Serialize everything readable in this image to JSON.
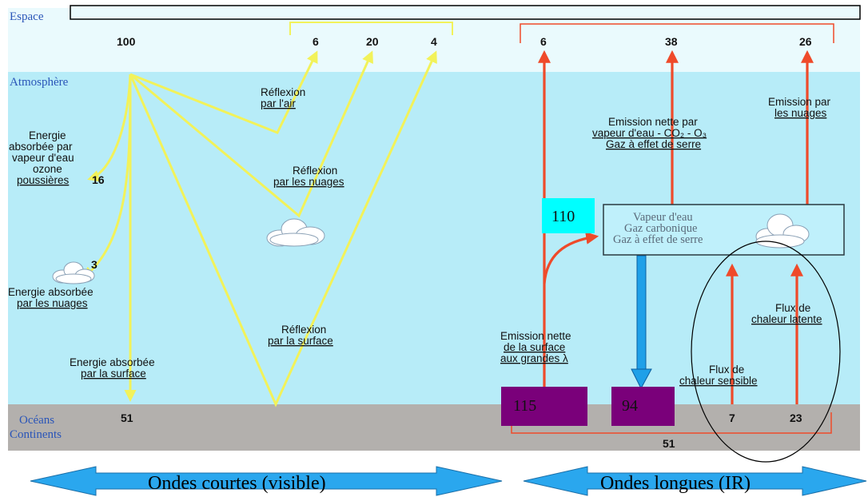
{
  "zones": {
    "space": "Espace",
    "atmosphere": "Atmosphère",
    "surface_line1": "Océans",
    "surface_line2": "Continents"
  },
  "shortwave": {
    "incoming": "100",
    "reflect_air_value": "6",
    "reflect_clouds_value": "20",
    "reflect_surface_value": "4",
    "reflect_air_label": [
      "Réflexion",
      "par l'air"
    ],
    "reflect_clouds_label": [
      "Réflexion",
      "par les nuages"
    ],
    "reflect_surface_label": [
      "Réflexion",
      "par la surface"
    ],
    "absorbed_atmo_label": [
      "Energie",
      "absorbée par",
      "vapeur d'eau",
      "ozone",
      "poussières"
    ],
    "absorbed_atmo_value": "16",
    "absorbed_clouds_value": "3",
    "absorbed_clouds_label": [
      "Energie absorbée",
      "par les nuages"
    ],
    "absorbed_surface_label": [
      "Energie absorbée",
      "par la surface"
    ],
    "absorbed_surface_value": "51"
  },
  "longwave": {
    "surface_to_space_value": "6",
    "gas_emission_value": "38",
    "cloud_emission_value": "26",
    "gas_emission_label": [
      "Emission nette par",
      "vapeur d'eau - CO₂ - O₃",
      "Gaz à effet de serre"
    ],
    "cloud_emission_label": [
      "Emission par",
      "les nuages"
    ],
    "atmo_absorbed_box": "110",
    "gas_box_lines": [
      "Vapeur d'eau",
      "Gaz carbonique",
      "Gaz à effet de serre"
    ],
    "surface_emission_label": [
      "Emission nette",
      "de la surface",
      "aux grandes λ"
    ],
    "surface_emission_box": "115",
    "back_radiation_box": "94",
    "sensible_label": [
      "Flux de",
      "chaleur sensible"
    ],
    "sensible_value": "7",
    "latent_label": [
      "Flux de",
      "chaleur latente"
    ],
    "latent_value": "23",
    "surface_total_value": "51"
  },
  "bands": {
    "short": "Ondes courtes (visible)",
    "long": "Ondes longues (IR)"
  },
  "colors": {
    "space": "#eafafd",
    "atmosphere": "#b7ecf8",
    "surface": "#b3b0ad",
    "shortwave": "#f2f25a",
    "longwave": "#ef4a2a",
    "back_radiation": "#1fa0e8",
    "box_cyan": "#00ffff",
    "box_purple": "#7a007a",
    "band_arrow": "#2aa7ee"
  }
}
